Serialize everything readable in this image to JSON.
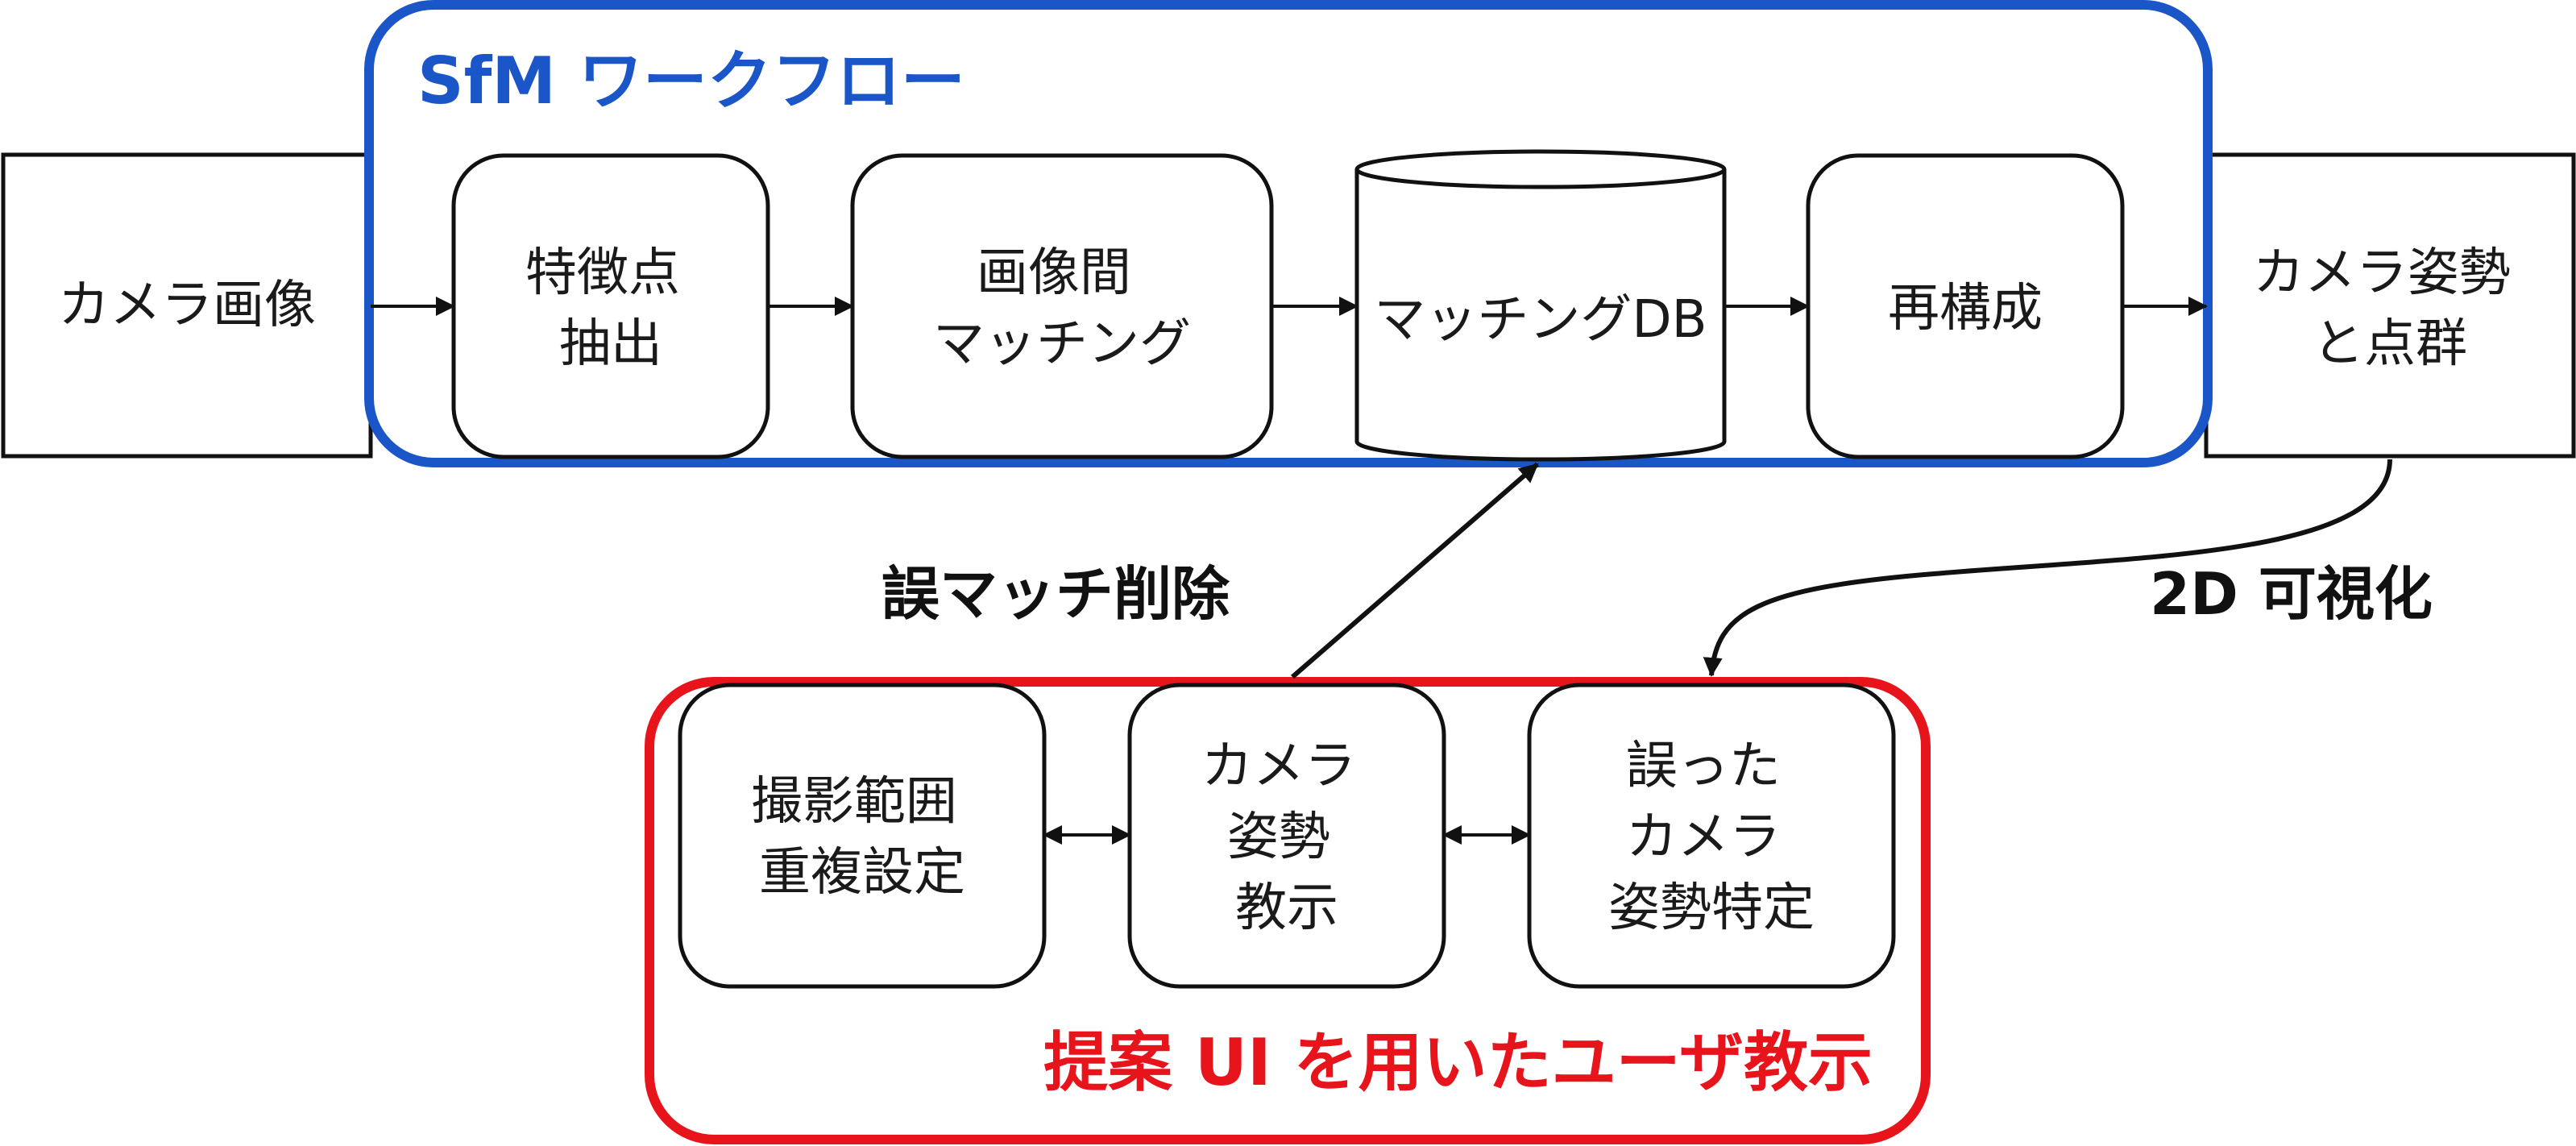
{
  "diagram": {
    "sfm_group": {
      "title": "SfM ワークフロー",
      "color": "#1a56c8"
    },
    "proposal_group": {
      "title": "提案 UI を用いたユーザ教示",
      "color": "#e8141c"
    },
    "nodes": {
      "camera_images": {
        "lines": [
          "カメラ画像"
        ]
      },
      "feature_points": {
        "lines": [
          "特徴点",
          "抽出"
        ]
      },
      "image_matching": {
        "lines": [
          "画像間",
          "マッチング"
        ]
      },
      "matching_db": {
        "lines": [
          "マッチングDB"
        ]
      },
      "reconstruction": {
        "lines": [
          "再構成"
        ]
      },
      "camera_pose_points": {
        "lines": [
          "カメラ姿勢",
          "と点群"
        ]
      },
      "shooting_range": {
        "lines": [
          "撮影範囲",
          "重複設定"
        ]
      },
      "camera_pose_teach": {
        "lines": [
          "カメラ",
          "姿勢",
          "教示"
        ]
      },
      "wrong_pose": {
        "lines": [
          "誤った",
          "カメラ",
          "姿勢特定"
        ]
      }
    },
    "edge_labels": {
      "mismatch_removal": "誤マッチ削除",
      "visualization_2d": "2D 可視化"
    }
  }
}
